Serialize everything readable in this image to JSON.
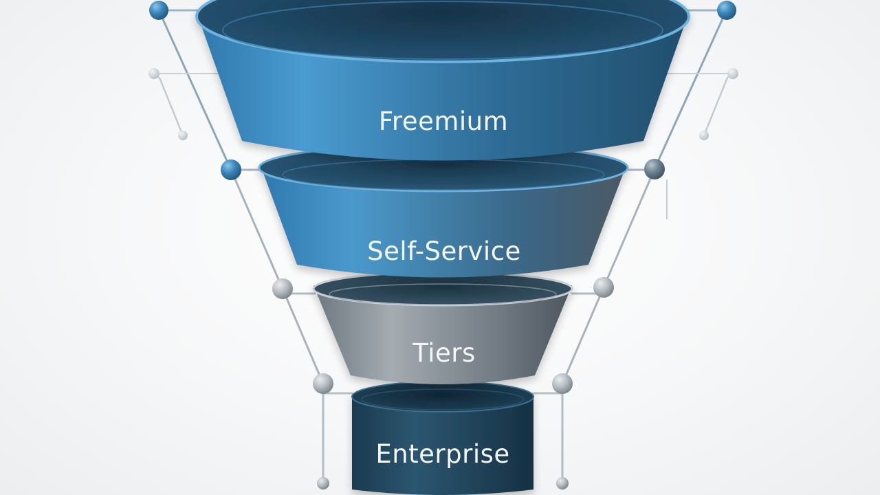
{
  "diagram": {
    "type": "funnel",
    "stages": [
      {
        "id": "freemium",
        "label": "Freemium",
        "color": "#3f86b8"
      },
      {
        "id": "self-service",
        "label": "Self-Service",
        "color": "#3d7da8"
      },
      {
        "id": "tiers",
        "label": "Tiers",
        "color": "#8a9198"
      },
      {
        "id": "enterprise",
        "label": "Enterprise",
        "color": "#1f4257"
      }
    ]
  }
}
